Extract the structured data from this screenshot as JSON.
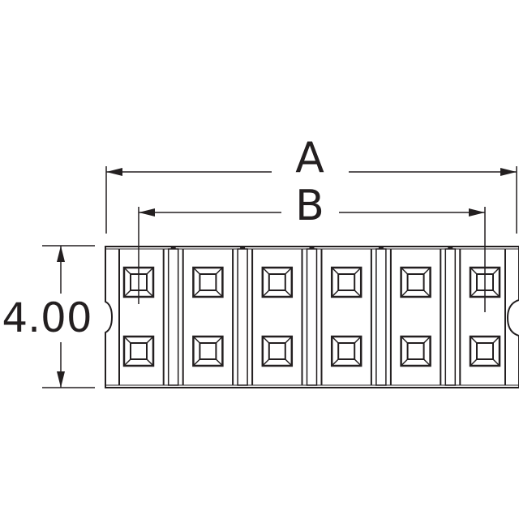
{
  "dimensions": {
    "overall_width_label": "A",
    "pin_span_label": "B",
    "height_label": "4.00"
  },
  "connector": {
    "pin_rows": 2,
    "pin_columns": 6
  },
  "colors": {
    "line": "#231f20",
    "background": "#ffffff"
  }
}
